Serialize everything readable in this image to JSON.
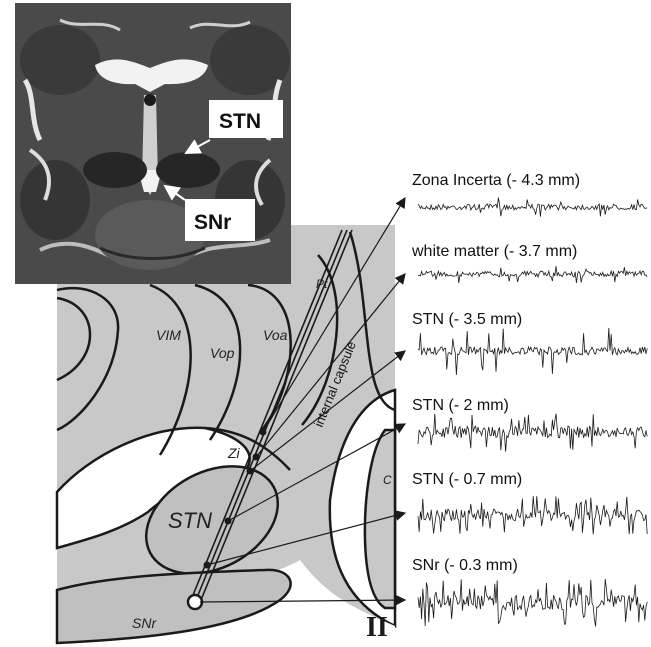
{
  "mri": {
    "label_stn": "STN",
    "label_snr": "SNr"
  },
  "atlas": {
    "labels": {
      "vim": "VIM",
      "vop": "Vop",
      "voa": "Voa",
      "pt": "Pt",
      "zi": "Zi",
      "stn": "STN",
      "snr": "SNr",
      "internal_capsule": "internal capsule",
      "c": "C",
      "roman_two": "II"
    }
  },
  "recordings": [
    {
      "label": "Zona Incerta (- 4.3 mm)",
      "activity": "low"
    },
    {
      "label": "white matter (- 3.7 mm)",
      "activity": "low"
    },
    {
      "label": "STN (- 3.5 mm)",
      "activity": "bursty"
    },
    {
      "label": "STN (- 2 mm)",
      "activity": "high"
    },
    {
      "label": "STN (- 0.7 mm)",
      "activity": "high"
    },
    {
      "label": "SNr (- 0.3 mm)",
      "activity": "dense"
    }
  ],
  "colors": {
    "atlas_gray": "#c8c8c8",
    "line": "#1a1a1a"
  }
}
